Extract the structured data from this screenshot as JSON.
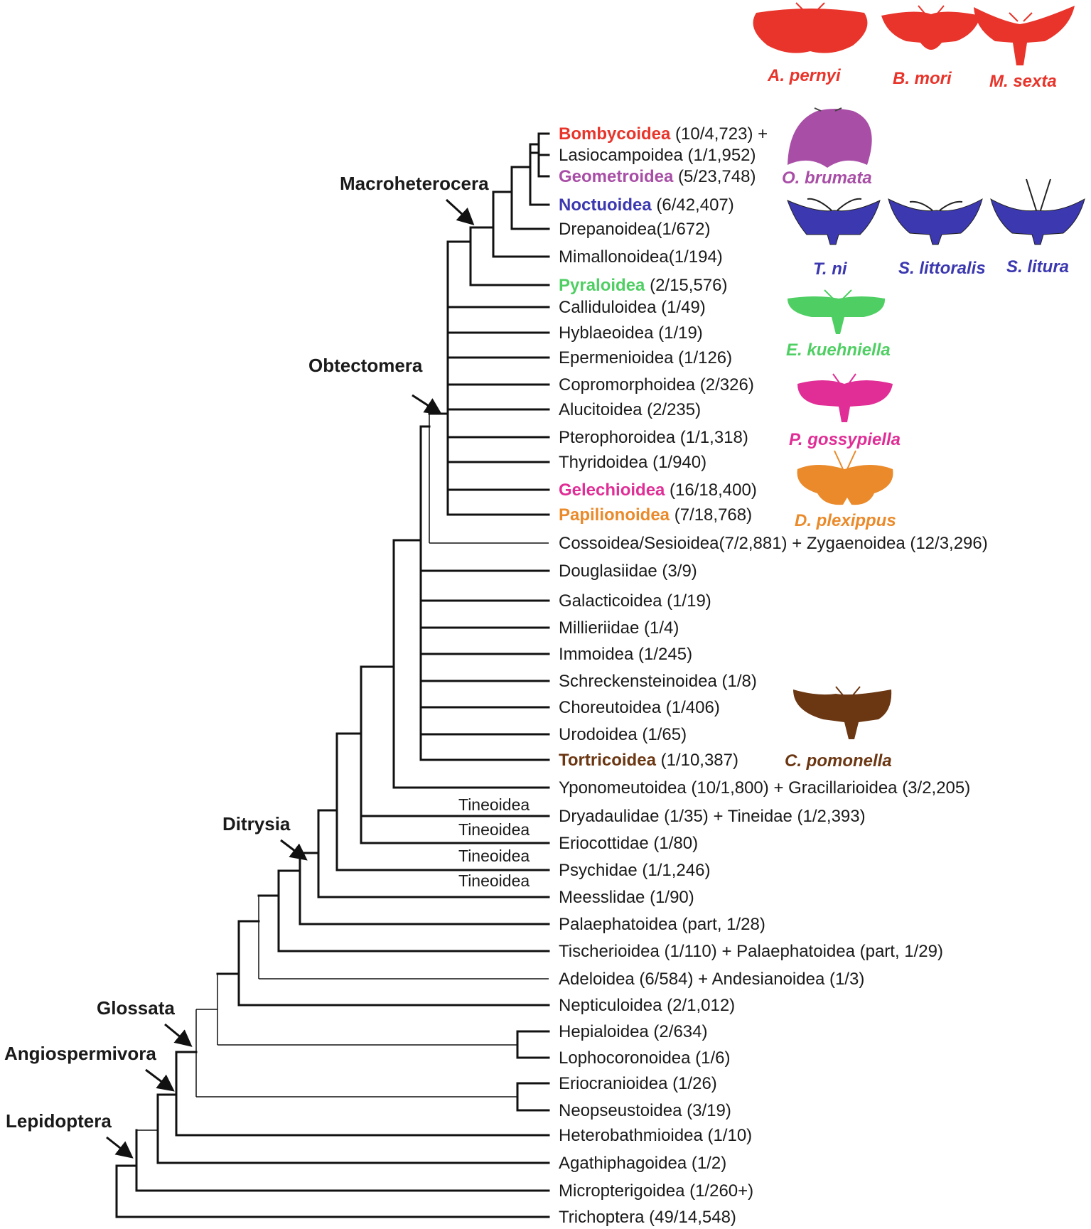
{
  "colors": {
    "red": "#e8342a",
    "purple": "#a84ea6",
    "blue": "#3b38b0",
    "green": "#4fcf63",
    "magenta": "#e02e96",
    "orange": "#ea8a2a",
    "brown": "#6b3612",
    "black": "#111111"
  },
  "taxa": [
    {
      "name": "Bombycoidea",
      "counts": "(10/4,723) +",
      "color": "red"
    },
    {
      "name": "",
      "counts": "Lasiocampoidea (1/1,952)"
    },
    {
      "name": "Geometroidea",
      "counts": "(5/23,748)",
      "color": "purple"
    },
    {
      "name": "Noctuoidea",
      "counts": "(6/42,407)",
      "color": "blue"
    },
    {
      "name": "",
      "counts": "Drepanoidea(1/672)"
    },
    {
      "name": "",
      "counts": "Mimallonoidea(1/194)"
    },
    {
      "name": "Pyraloidea",
      "counts": "(2/15,576)",
      "color": "green"
    },
    {
      "name": "",
      "counts": "Calliduloidea (1/49)"
    },
    {
      "name": "",
      "counts": "Hyblaeoidea (1/19)"
    },
    {
      "name": "",
      "counts": "Epermenioidea (1/126)"
    },
    {
      "name": "",
      "counts": "Copromorphoidea (2/326)"
    },
    {
      "name": "",
      "counts": "Alucitoidea (2/235)"
    },
    {
      "name": "",
      "counts": "Pterophoroidea (1/1,318)"
    },
    {
      "name": "",
      "counts": "Thyridoidea (1/940)"
    },
    {
      "name": "Gelechioidea",
      "counts": "(16/18,400)",
      "color": "magenta"
    },
    {
      "name": "Papilionoidea",
      "counts": "(7/18,768)",
      "color": "orange"
    },
    {
      "name": "",
      "counts": "Cossoidea/Sesioidea(7/2,881) + Zygaenoidea (12/3,296)"
    },
    {
      "name": "",
      "counts": "Douglasiidae (3/9)"
    },
    {
      "name": "",
      "counts": "Galacticoidea (1/19)"
    },
    {
      "name": "",
      "counts": "Millieriidae (1/4)"
    },
    {
      "name": "",
      "counts": "Immoidea (1/245)"
    },
    {
      "name": "",
      "counts": "Schreckensteinoidea (1/8)"
    },
    {
      "name": "",
      "counts": "Choreutoidea (1/406)"
    },
    {
      "name": "",
      "counts": "Urodoidea (1/65)"
    },
    {
      "name": "Tortricoidea",
      "counts": "(1/10,387)",
      "color": "brown"
    },
    {
      "name": "",
      "counts": "Yponomeutoidea (10/1,800) + Gracillarioidea (3/2,205)"
    },
    {
      "name": "",
      "counts": "Dryadaulidae (1/35) + Tineidae (1/2,393)"
    },
    {
      "name": "",
      "counts": "Eriocottidae (1/80)"
    },
    {
      "name": "",
      "counts": "Psychidae (1/1,246)"
    },
    {
      "name": "",
      "counts": "Meesslidae (1/90)"
    },
    {
      "name": "",
      "counts": "Palaephatoidea (part, 1/28)"
    },
    {
      "name": "",
      "counts": "Tischerioidea (1/110) + Palaephatoidea (part, 1/29)"
    },
    {
      "name": "",
      "counts": "Adeloidea (6/584) + Andesianoidea (1/3)"
    },
    {
      "name": "",
      "counts": "Nepticuloidea (2/1,012)"
    },
    {
      "name": "",
      "counts": "Hepialoidea (2/634)"
    },
    {
      "name": "",
      "counts": "Lophocoronoidea (1/6)"
    },
    {
      "name": "",
      "counts": "Eriocranioidea (1/26)"
    },
    {
      "name": "",
      "counts": "Neopseustoidea (3/19)"
    },
    {
      "name": "",
      "counts": "Heterobathmioidea (1/10)"
    },
    {
      "name": "",
      "counts": "Agathiphagoidea (1/2)"
    },
    {
      "name": "",
      "counts": "Micropterigoidea (1/260+)"
    },
    {
      "name": "",
      "counts": "Trichoptera (49/14,548)"
    }
  ],
  "tineoidea_label": "Tineoidea",
  "clades": {
    "macroheterocera": "Macroheterocera",
    "obtectomera": "Obtectomera",
    "ditrysia": "Ditrysia",
    "glossata": "Glossata",
    "angiospermivora": "Angiospermivora",
    "lepidoptera": "Lepidoptera"
  },
  "species": [
    {
      "label": "A. pernyi",
      "color": "red",
      "icon": "moth-silhouette"
    },
    {
      "label": "B. mori",
      "color": "red",
      "icon": "moth-silhouette"
    },
    {
      "label": "M. sexta",
      "color": "red",
      "icon": "moth-silhouette"
    },
    {
      "label": "O. brumata",
      "color": "purple",
      "icon": "moth-silhouette"
    },
    {
      "label": "T. ni",
      "color": "blue",
      "icon": "moth-silhouette"
    },
    {
      "label": "S. littoralis",
      "color": "blue",
      "icon": "moth-silhouette"
    },
    {
      "label": "S. litura",
      "color": "blue",
      "icon": "moth-silhouette"
    },
    {
      "label": "E. kuehniella",
      "color": "green",
      "icon": "moth-silhouette"
    },
    {
      "label": "P. gossypiella",
      "color": "magenta",
      "icon": "moth-silhouette"
    },
    {
      "label": "D. plexippus",
      "color": "orange",
      "icon": "butterfly-silhouette"
    },
    {
      "label": "C. pomonella",
      "color": "brown",
      "icon": "moth-silhouette"
    }
  ]
}
